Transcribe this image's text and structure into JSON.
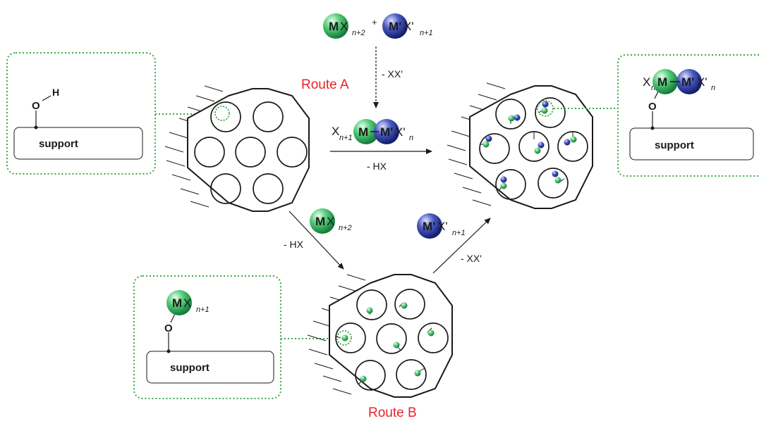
{
  "labels": {
    "route_a": "Route A",
    "route_b": "Route B",
    "minus_xx": "- XX'",
    "minus_hx": "- HX",
    "support": "support",
    "o": "O",
    "h": "H"
  },
  "species": {
    "m": "M",
    "x": "X",
    "mp": "M'",
    "xp": "X'",
    "plus": "+",
    "n2": "n+2",
    "n1": "n+1",
    "n": "n"
  },
  "colors": {
    "green_sphere": "#2fb35a",
    "blue_sphere": "#2b3a96",
    "dotted_box": "#3aa845",
    "route_text": "#e8232a"
  }
}
